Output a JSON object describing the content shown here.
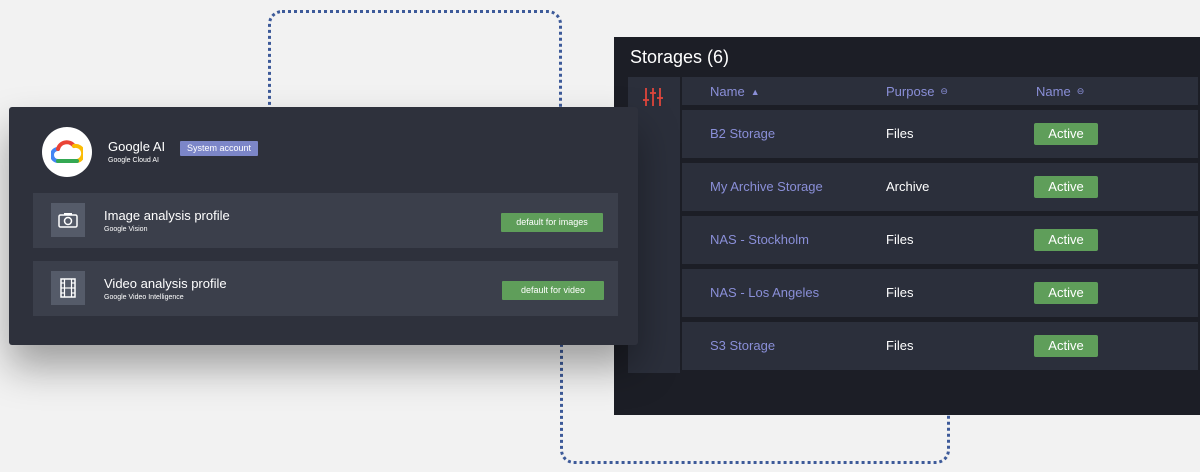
{
  "storages": {
    "title": "Storages (6)",
    "columns": [
      "Name",
      "Purpose",
      "Name"
    ],
    "rows": [
      {
        "name": "B2 Storage",
        "purpose": "Files",
        "status": "Active"
      },
      {
        "name": "My Archive Storage",
        "purpose": "Archive",
        "status": "Active"
      },
      {
        "name": "NAS - Stockholm",
        "purpose": "Files",
        "status": "Active"
      },
      {
        "name": "NAS - Los Angeles",
        "purpose": "Files",
        "status": "Active"
      },
      {
        "name": "S3 Storage",
        "purpose": "Files",
        "status": "Active"
      }
    ]
  },
  "ai_account": {
    "name": "Google AI",
    "subtitle": "Google Cloud AI",
    "badge": "System account",
    "profiles": [
      {
        "name": "Image analysis profile",
        "subtitle": "Google Vision",
        "button": "default for images",
        "icon": "camera-icon"
      },
      {
        "name": "Video analysis profile",
        "subtitle": "Google Video Intelligence",
        "button": "default for video",
        "icon": "film-icon"
      }
    ]
  },
  "icons": {
    "filter": "sliders-icon",
    "logo": "google-cloud-logo",
    "sort_asc": "sort-ascending-icon",
    "sort_neutral": "sort-neutral-icon"
  },
  "colors": {
    "accent": "#8a8fd8",
    "active_green": "#5f9e5a",
    "filter_red": "#e0463c",
    "badge_purple": "#7c86c8",
    "connector_blue": "#3d5a99"
  }
}
